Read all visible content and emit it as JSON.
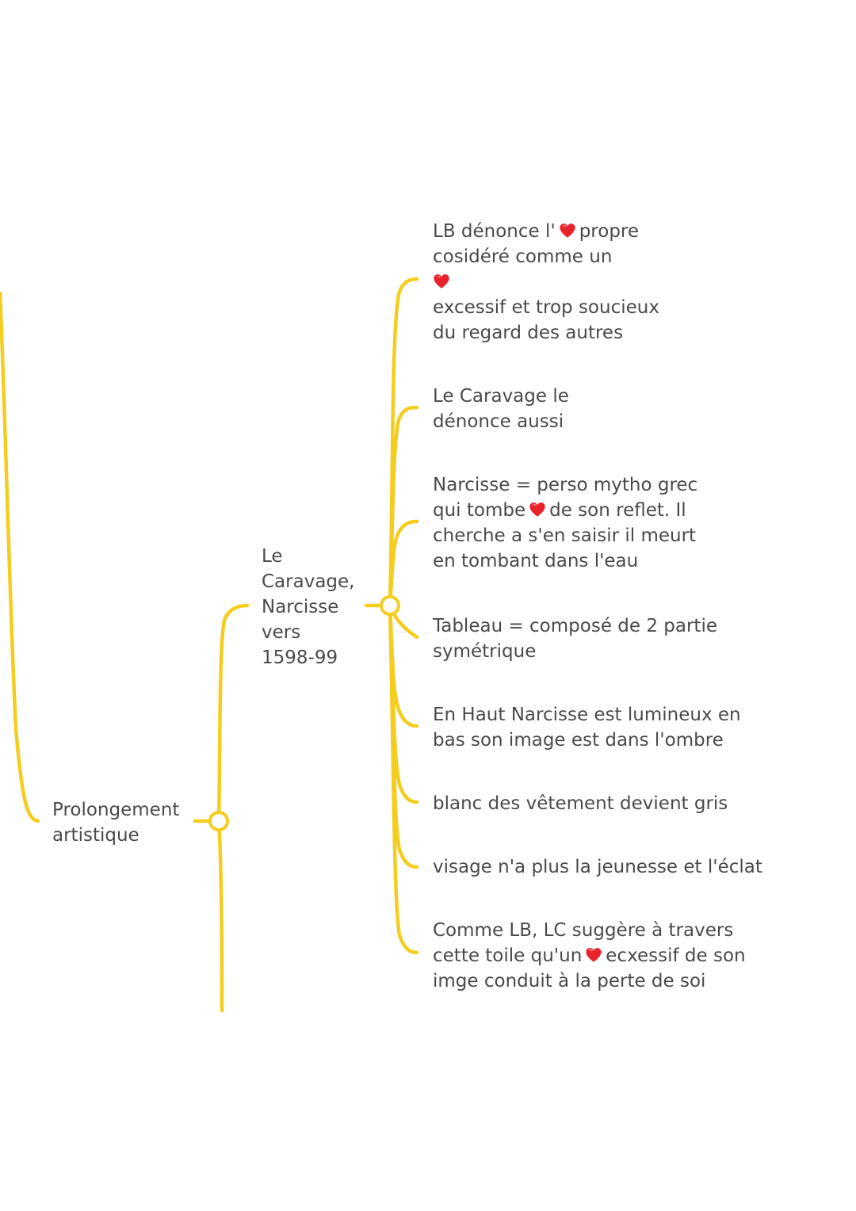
{
  "colors": {
    "branch": "#f5cd1e",
    "text": "#4a4a4a",
    "heart": "#e8232c"
  },
  "icons": {
    "heart": "red-heart-icon"
  },
  "nodes": {
    "prolongement": {
      "lines": [
        "Prolongement",
        "artistique"
      ]
    },
    "caravage": {
      "lines": [
        "Le",
        "Caravage,",
        "Narcisse",
        "vers",
        "1598-99"
      ]
    }
  },
  "leaves": [
    {
      "lines": [
        {
          "text": "LB dénonce l'",
          "after": "propre",
          "heart": true
        },
        {
          "text": "cosidéré comme un"
        },
        {
          "heart_only": true
        },
        {
          "text": "excessif et trop soucieux"
        },
        {
          "text": "du regard des autres"
        }
      ]
    },
    {
      "lines": [
        {
          "text": "Le Caravage le"
        },
        {
          "text": "dénonce aussi"
        }
      ]
    },
    {
      "lines": [
        {
          "text": "Narcisse = perso mytho grec"
        },
        {
          "text": "qui tombe",
          "after": "de son reflet. Il",
          "heart": true
        },
        {
          "text": "cherche a s'en  saisir il meurt"
        },
        {
          "text": "en tombant dans l'eau"
        }
      ]
    },
    {
      "lines": [
        {
          "text": "Tableau = composé de 2 partie"
        },
        {
          "text": "symétrique"
        }
      ]
    },
    {
      "lines": [
        {
          "text": "En Haut Narcisse est lumineux en"
        },
        {
          "text": "bas son image est dans l'ombre"
        }
      ]
    },
    {
      "lines": [
        {
          "text": "blanc des vêtement devient gris"
        }
      ]
    },
    {
      "lines": [
        {
          "text": "visage n'a plus la jeunesse et l'éclat"
        }
      ]
    },
    {
      "lines": [
        {
          "text": "Comme LB, LC suggère à travers"
        },
        {
          "text": "cette toile qu'un",
          "after": "ecxessif de son",
          "heart": true
        },
        {
          "text": "imge conduit à la perte de soi"
        }
      ]
    }
  ]
}
